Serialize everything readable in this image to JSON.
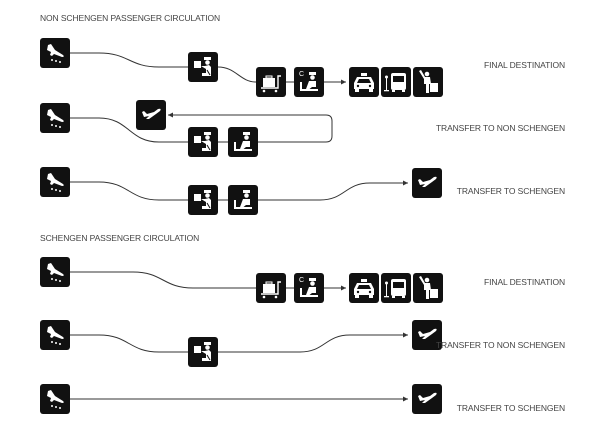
{
  "sections": [
    {
      "title": "NON SCHENGEN PASSENGER CIRCULATION",
      "flows": [
        {
          "label": "FINAL DESTINATION",
          "steps": [
            "arrival",
            "passport-control",
            "baggage-claim",
            "customs",
            "taxi",
            "bus",
            "hail-pickup"
          ]
        },
        {
          "label": "TRANSFER TO NON SCHENGEN",
          "steps": [
            "arrival",
            "passport-control",
            "security-check",
            "departure"
          ]
        },
        {
          "label": "TRANSFER TO SCHENGEN",
          "steps": [
            "arrival",
            "passport-control",
            "security-check",
            "departure"
          ]
        }
      ]
    },
    {
      "title": "SCHENGEN PASSENGER CIRCULATION",
      "flows": [
        {
          "label": "FINAL DESTINATION",
          "steps": [
            "arrival",
            "baggage-claim",
            "customs",
            "taxi",
            "bus",
            "hail-pickup"
          ]
        },
        {
          "label": "TRANSFER TO NON SCHENGEN",
          "steps": [
            "arrival",
            "passport-control",
            "departure"
          ]
        },
        {
          "label": "TRANSFER TO SCHENGEN",
          "steps": [
            "arrival",
            "departure"
          ]
        }
      ]
    }
  ],
  "colors": {
    "icon_bg": "#111111",
    "icon_fg": "#ffffff",
    "line": "#333333",
    "text": "#444444"
  }
}
